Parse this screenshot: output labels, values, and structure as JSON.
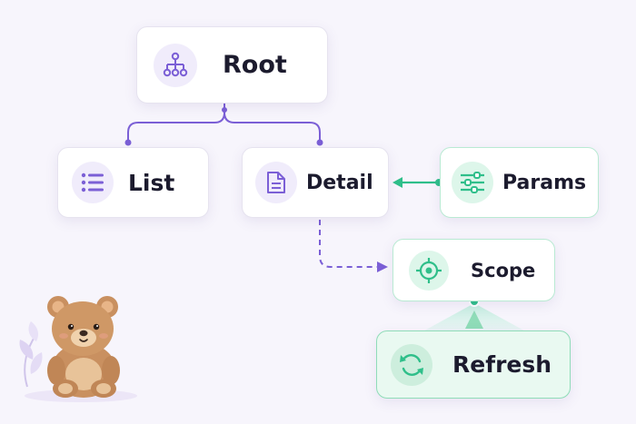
{
  "nodes": {
    "root": {
      "label": "Root",
      "icon": "hierarchy-icon"
    },
    "list": {
      "label": "List",
      "icon": "list-icon"
    },
    "detail": {
      "label": "Detail",
      "icon": "document-icon"
    },
    "params": {
      "label": "Params",
      "icon": "sliders-icon"
    },
    "scope": {
      "label": "Scope",
      "icon": "target-icon"
    },
    "refresh": {
      "label": "Refresh",
      "icon": "refresh-icon"
    }
  },
  "edges": [
    {
      "from": "root",
      "to": "list",
      "style": "solid",
      "color": "#7b5fd6"
    },
    {
      "from": "root",
      "to": "detail",
      "style": "solid",
      "color": "#7b5fd6"
    },
    {
      "from": "params",
      "to": "detail",
      "style": "solid-arrow",
      "color": "#2fbf8a"
    },
    {
      "from": "detail",
      "to": "scope",
      "style": "dashed-arrow",
      "color": "#7b5fd6"
    },
    {
      "from": "scope",
      "to": "refresh",
      "style": "beam",
      "color": "#2fbf8a"
    }
  ],
  "colors": {
    "accent_purple": "#7b5fd6",
    "accent_green": "#2fbf8a",
    "background": "#f7f5fc"
  },
  "decoration": {
    "mascot": "teddy-bear-illustration"
  }
}
